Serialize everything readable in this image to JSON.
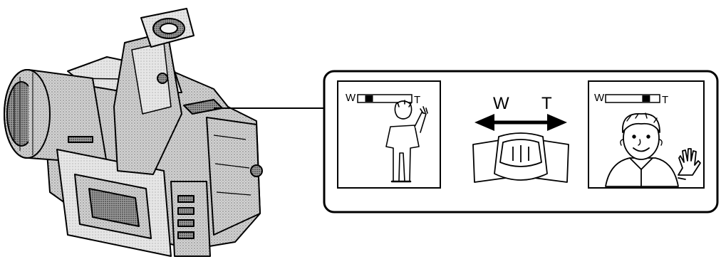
{
  "zoom_lever": {
    "wide_label": "W",
    "tele_label": "T"
  },
  "screen_wide": {
    "wide_label": "W",
    "tele_label": "T",
    "zoom_level": 0.15
  },
  "screen_tele": {
    "wide_label": "W",
    "tele_label": "T",
    "zoom_level": 0.8
  }
}
